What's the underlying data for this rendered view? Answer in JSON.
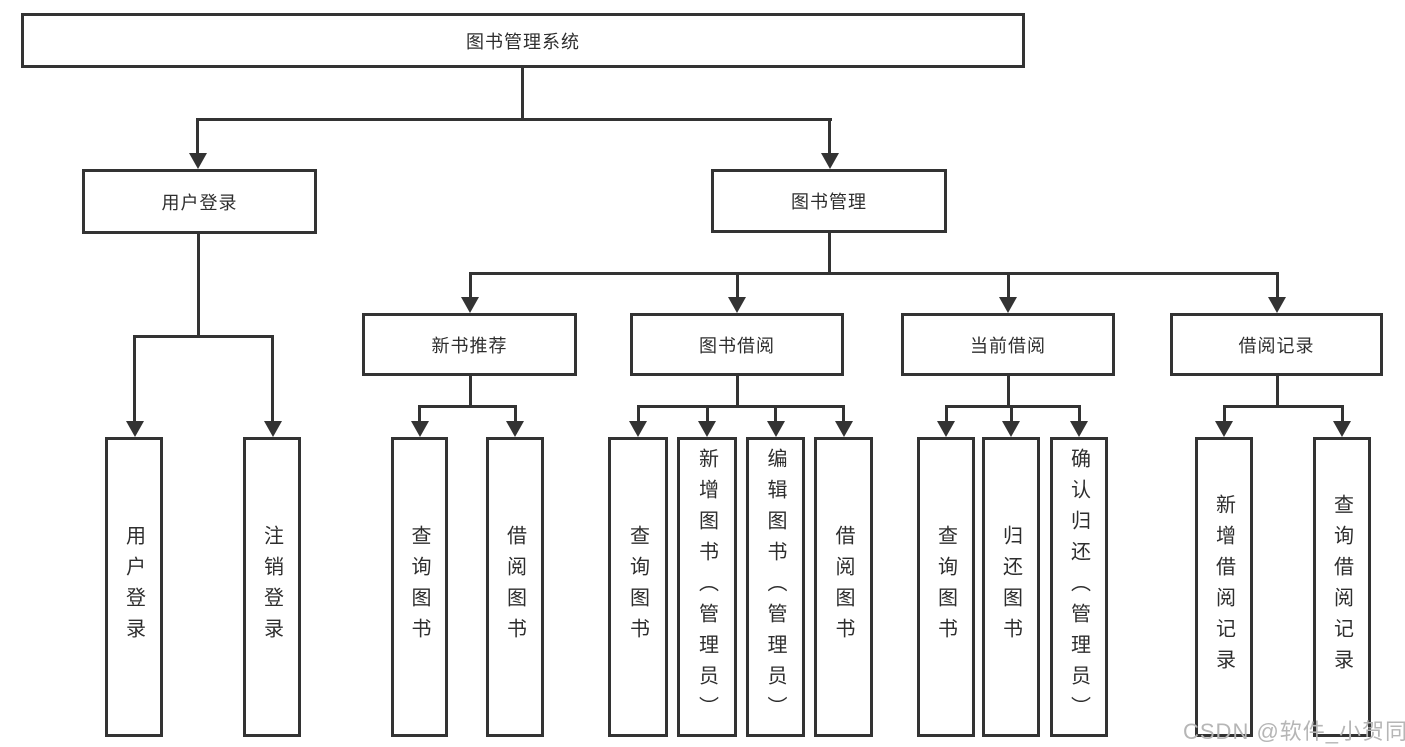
{
  "diagram": {
    "type": "hierarchy-tree",
    "orientation": "top-down",
    "tree": {
      "label": "图书管理系统",
      "children": [
        {
          "label": "用户登录",
          "children": [
            {
              "label": "用户登录"
            },
            {
              "label": "注销登录"
            }
          ]
        },
        {
          "label": "图书管理",
          "children": [
            {
              "label": "新书推荐",
              "children": [
                {
                  "label": "查询图书"
                },
                {
                  "label": "借阅图书"
                }
              ]
            },
            {
              "label": "图书借阅",
              "children": [
                {
                  "label": "查询图书"
                },
                {
                  "label": "新增图书（管理员）"
                },
                {
                  "label": "编辑图书（管理员）"
                },
                {
                  "label": "借阅图书"
                }
              ]
            },
            {
              "label": "当前借阅",
              "children": [
                {
                  "label": "查询图书"
                },
                {
                  "label": "归还图书"
                },
                {
                  "label": "确认归还（管理员）"
                }
              ]
            },
            {
              "label": "借阅记录",
              "children": [
                {
                  "label": "新增借阅记录"
                },
                {
                  "label": "查询借阅记录"
                }
              ]
            }
          ]
        }
      ]
    }
  },
  "watermark": {
    "text": "CSDN @软件_小贺同学"
  },
  "colors": {
    "line": "#333333",
    "box_border": "#333333",
    "text": "#2e2e2e",
    "watermark": "#b6b6b6",
    "background": "#ffffff"
  }
}
